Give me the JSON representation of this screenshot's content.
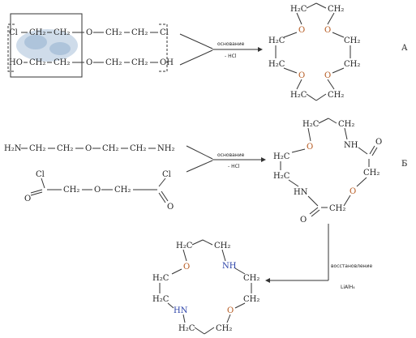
{
  "scheme_a": {
    "marker": "А",
    "chain_top": [
      "Cl",
      "CH₂",
      "CH₂",
      "O",
      "CH₂",
      "CH₂",
      "Cl"
    ],
    "chain_bottom": [
      "HO",
      "CH₂",
      "CH₂",
      "O",
      "CH₂",
      "CH₂",
      "OH"
    ],
    "arrow_top_label": "основание",
    "arrow_bottom_label": "- HCl",
    "product": {
      "top": [
        "H₂C",
        "CH₂"
      ],
      "o_left": "O",
      "o_right": "O",
      "mid_left": [
        "H₂C",
        "H₂C"
      ],
      "mid_right": [
        "CH₂",
        "CH₂"
      ],
      "o_lower_left": "O",
      "o_lower_right": "O",
      "bottom": [
        "H₂C",
        "CH₂"
      ]
    }
  },
  "scheme_b": {
    "marker": "Б",
    "diamine": [
      "H₂N",
      "CH₂",
      "CH₂",
      "O",
      "CH₂",
      "CH₂",
      "NH₂"
    ],
    "diacid": {
      "cl_left": "Cl",
      "o_left": "O",
      "chain": [
        "CH₂",
        "O",
        "CH₂"
      ],
      "cl_right": "Cl",
      "o_right": "O"
    },
    "arrow_top_label": "основание",
    "arrow_bottom_label": "- HCl",
    "product": {
      "top": [
        "H₂C",
        "CH₂"
      ],
      "o_left": "O",
      "nh_right": "NH",
      "h2c_left_1": "H₂C",
      "h2c_left_2": "H₂C",
      "carbonyl_o_right": "O",
      "ch2_right": "CH₂",
      "hn_left": "HN",
      "o_ring_right": "O",
      "carbonyl_o_left": "O",
      "ch2_bottom": "CH₂"
    },
    "reduction_label_1": "восстановление",
    "reduction_label_2": "LiAlH₄",
    "final": {
      "top": [
        "H₂C",
        "CH₂"
      ],
      "o_left": "O",
      "nh_right": "NH",
      "left_1": "H₂C",
      "right_1": "CH₂",
      "left_2": "H₂C",
      "right_2": "CH₂",
      "hn_left": "HN",
      "o_right": "O",
      "bottom": [
        "H₂C",
        "CH₂"
      ]
    }
  },
  "colors": {
    "oxygen": "#b5581e",
    "nitrogen": "#2c43a8",
    "template_fill": "#c7d6e6"
  }
}
